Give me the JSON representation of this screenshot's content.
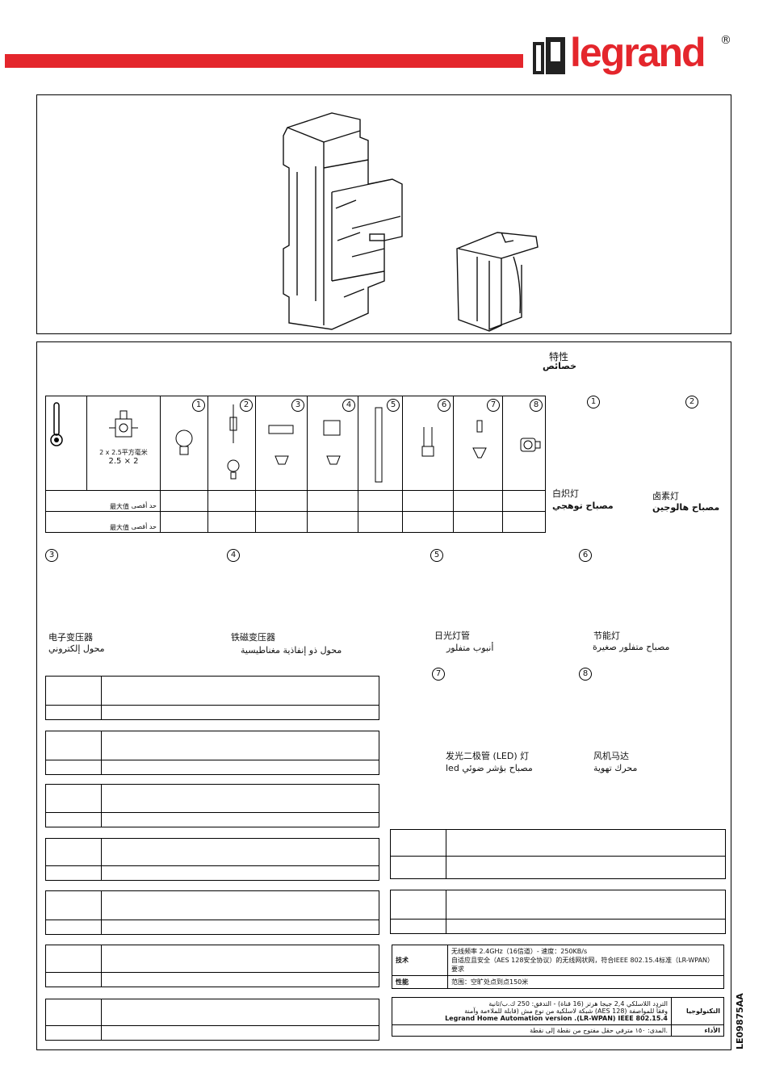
{
  "brand": {
    "name": "legrand",
    "registered": "®"
  },
  "doc_code": "LE09875AA",
  "section": {
    "title_zh": "特性",
    "title_ar": "خصائص"
  },
  "load_table": {
    "wire_spec_line1": "2 x 2.5平方毫米",
    "wire_spec_line2": "2.5 × 2",
    "column_numbers": [
      "1",
      "2",
      "3",
      "4",
      "5",
      "6",
      "7",
      "8"
    ],
    "row_label_zh": "最大值",
    "row_label_ar": "حد أقصى"
  },
  "lamp_types": [
    {
      "num": "1",
      "zh": "白炽灯",
      "ar": "مصباح توهجي"
    },
    {
      "num": "2",
      "zh": "卤素灯",
      "ar": "مصباح هالوجين"
    },
    {
      "num": "3",
      "zh": "电子变压器",
      "ar": "محول إلكتروني"
    },
    {
      "num": "4",
      "zh": "铁磁变压器",
      "ar": "محول ذو إنفاذية مغناطيسية"
    },
    {
      "num": "5",
      "zh": "日光灯管",
      "ar": "أنبوب متفلور"
    },
    {
      "num": "6",
      "zh": "节能灯",
      "ar": "مصباح متفلور صغيرة"
    },
    {
      "num": "7",
      "zh": "发光二极管 (LED) 灯",
      "ar": "led مصباح بؤشر ضوئي"
    },
    {
      "num": "8",
      "zh": "风机马达",
      "ar": "محرك تهوية"
    }
  ],
  "tech_zh": {
    "label_tech": "技术",
    "tech_line1": "无线频率 2.4GHz（16信道）- 速度：250KB/s",
    "tech_line2": "自适应且安全（AES 128安全协议）的无线网状网，符合IEEE 802.15.4标准（LR-WPAN）",
    "tech_line3": "要求",
    "label_perf": "性能",
    "perf": "范围：空旷处点到点150米"
  },
  "tech_ar": {
    "label_tech": "التكنولوجيا",
    "line1": "التردد اللاسلكي 2,4 جيجا هرتز (16 قناة) - التدفق: 250 ك.ب/ثانية",
    "line2": "شبكة لاسلكية من نوع مش (قابلة للملاءمة وآمنة (AES 128) وفقاً للمواصفة",
    "line3": "Legrand Home Automation version .(LR-WPAN) IEEE 802.15.4",
    "label_perf": "الأداء",
    "perf": "المدى: ١٥٠ مترفي حقل مفتوح من نقطة إلى نقطة."
  },
  "colors": {
    "brand_red": "#e4262c",
    "ink": "#111111"
  }
}
